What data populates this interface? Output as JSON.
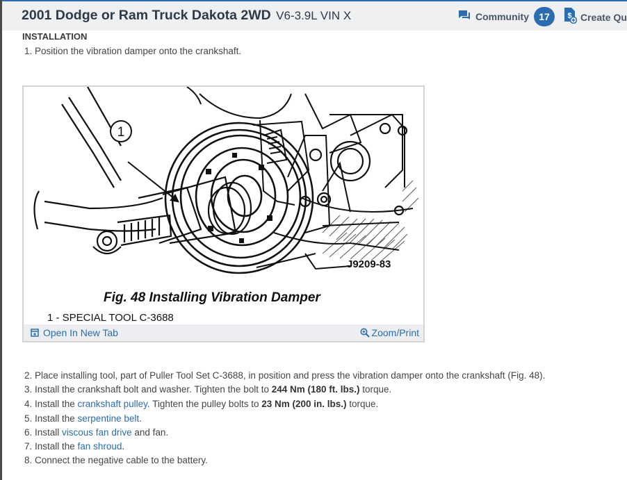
{
  "header": {
    "title": "2001 Dodge or Ram Truck Dakota 2WD",
    "subtitle": "V6-3.9L VIN X",
    "community_label": "Community",
    "community_count": "17",
    "create_label": "Create Que"
  },
  "section": {
    "heading": "INSTALLATION"
  },
  "steps": {
    "s1": "1. Position the vibration damper onto the crankshaft.",
    "s2": "2. Place installing tool, part of Puller Tool Set C-3688, in position and press the vibration damper onto the crankshaft (Fig. 48).",
    "s3_pre": "3. Install the crankshaft bolt and washer. Tighten the bolt to ",
    "s3_bold": "244 Nm (180 ft. lbs.)",
    "s3_post": " torque.",
    "s4_pre": "4. Install the ",
    "s4_link": "crankshaft pulley",
    "s4_mid": ". Tighten the pulley bolts to ",
    "s4_bold": "23 Nm (200 in. lbs.)",
    "s4_post": " torque.",
    "s5_pre": "5. Install the ",
    "s5_link": "serpentine belt",
    "s5_post": ".",
    "s6_pre": "6. Install ",
    "s6_link": "viscous fan drive",
    "s6_post": " and fan.",
    "s7_pre": "7. Install the ",
    "s7_link": "fan shroud",
    "s7_post": ".",
    "s8": "8. Connect the negative cable to the battery."
  },
  "figure": {
    "callout": "1",
    "code": "J9209-83",
    "caption": "Fig. 48 Installing Vibration Damper",
    "legend": "1 - SPECIAL TOOL C-3688",
    "open_tab_label": "Open In New Tab",
    "zoom_label": "Zoom/Print"
  },
  "icons": {
    "community": "chat-icon",
    "create": "dollar-document-icon",
    "open_tab": "open-tab-icon",
    "zoom": "zoom-icon"
  },
  "colors": {
    "accent": "#2b6cb0",
    "header_bg": "#eef0f2",
    "text": "#444444"
  }
}
